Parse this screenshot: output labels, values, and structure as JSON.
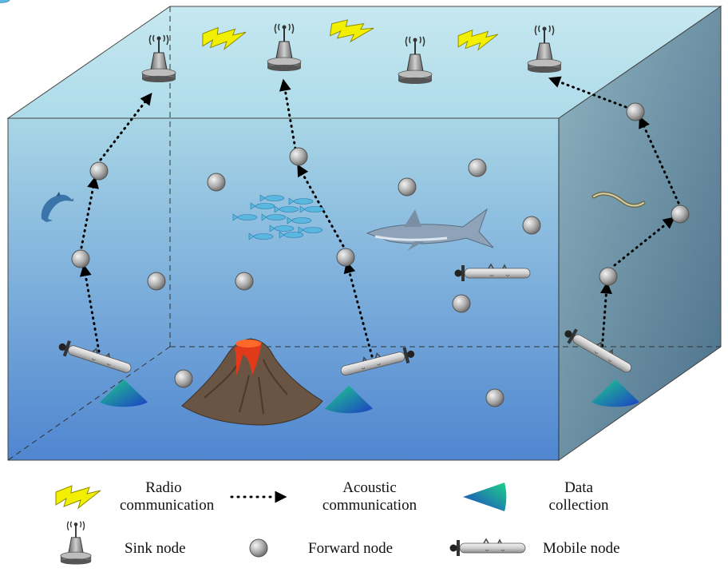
{
  "legend": {
    "radio_line1": "Radio",
    "radio_line2": "communication",
    "acoustic_line1": "Acoustic",
    "acoustic_line2": "communication",
    "data_line1": "Data",
    "data_line2": "collection",
    "sink": "Sink node",
    "forward": "Forward node",
    "mobile": "Mobile node"
  },
  "icons": {
    "radio": "lightning-bolt-icon",
    "sink": "buoy-antenna-icon",
    "forward": "sphere-icon",
    "mobile": "auv-icon",
    "data": "sonar-fan-icon"
  },
  "colors": {
    "water_top": "#c4e6f0",
    "water_front_top": "#a9d6e6",
    "water_front_bottom": "#4f86d0",
    "water_side": "#6a8fa0",
    "lightning": "#f2f000",
    "fan_start": "#1fd28a",
    "fan_end": "#1d3fc4"
  }
}
